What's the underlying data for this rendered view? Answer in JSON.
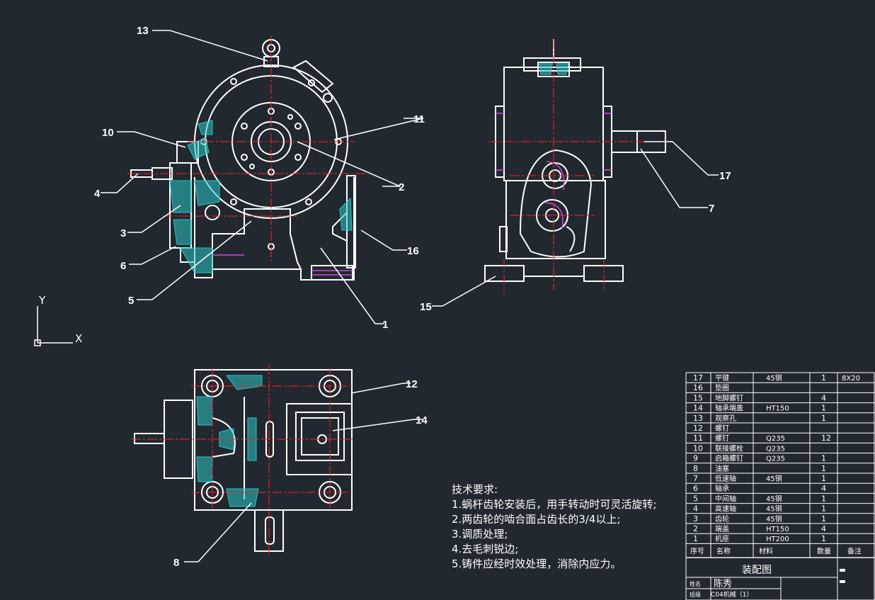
{
  "callouts": [
    "13",
    "10",
    "11",
    "4",
    "2",
    "3",
    "6",
    "16",
    "5",
    "1",
    "17",
    "7",
    "15",
    "12",
    "14",
    "8"
  ],
  "axis": {
    "y": "Y",
    "x": "X"
  },
  "tech_requirements": {
    "title": "技术要求:",
    "items": [
      "1.蜗杆齿轮安装后，用手转动时可灵活旋转;",
      "2.两齿轮的啮合面占齿长的3/4以上;",
      "3.调质处理;",
      "4.去毛刺锐边;",
      "5.铸件应经时效处理，消除内应力。"
    ]
  },
  "bom": {
    "rows": [
      {
        "no": "17",
        "name": "平键",
        "material": "45钢",
        "qty": "1",
        "note": "8X20"
      },
      {
        "no": "16",
        "name": "垫圈",
        "material": "",
        "qty": "",
        "note": ""
      },
      {
        "no": "15",
        "name": "地脚螺钉",
        "material": "",
        "qty": "4",
        "note": ""
      },
      {
        "no": "14",
        "name": "轴承端盖",
        "material": "HT150",
        "qty": "1",
        "note": ""
      },
      {
        "no": "13",
        "name": "观察孔",
        "material": "",
        "qty": "1",
        "note": ""
      },
      {
        "no": "12",
        "name": "螺钉",
        "material": "",
        "qty": "",
        "note": ""
      },
      {
        "no": "11",
        "name": "螺钉",
        "material": "Q235",
        "qty": "12",
        "note": ""
      },
      {
        "no": "10",
        "name": "联接螺栓",
        "material": "Q235",
        "qty": "",
        "note": ""
      },
      {
        "no": "9",
        "name": "启箱螺钉",
        "material": "Q235",
        "qty": "1",
        "note": ""
      },
      {
        "no": "8",
        "name": "油塞",
        "material": "",
        "qty": "1",
        "note": ""
      },
      {
        "no": "7",
        "name": "低速轴",
        "material": "45钢",
        "qty": "1",
        "note": ""
      },
      {
        "no": "6",
        "name": "轴承",
        "material": "",
        "qty": "4",
        "note": ""
      },
      {
        "no": "5",
        "name": "中间轴",
        "material": "45钢",
        "qty": "1",
        "note": ""
      },
      {
        "no": "4",
        "name": "高速轴",
        "material": "45钢",
        "qty": "1",
        "note": ""
      },
      {
        "no": "3",
        "name": "齿轮",
        "material": "45钢",
        "qty": "1",
        "note": ""
      },
      {
        "no": "2",
        "name": "端盖",
        "material": "HT150",
        "qty": "4",
        "note": ""
      },
      {
        "no": "1",
        "name": "机座",
        "material": "HT200",
        "qty": "1",
        "note": ""
      }
    ],
    "header": {
      "no": "序号",
      "name": "名称",
      "material": "材料",
      "qty": "数量",
      "note": "备注"
    },
    "title": "装配图",
    "designer_label": "姓名",
    "designer": "陈秀",
    "class_label": "班级",
    "class": "C04机械（1）"
  },
  "colors": {
    "background": "#212830",
    "line": "#ffffff",
    "centerline": "#ff2020",
    "hatch": "#2ec4c4",
    "hidden": "#d04ad0"
  }
}
